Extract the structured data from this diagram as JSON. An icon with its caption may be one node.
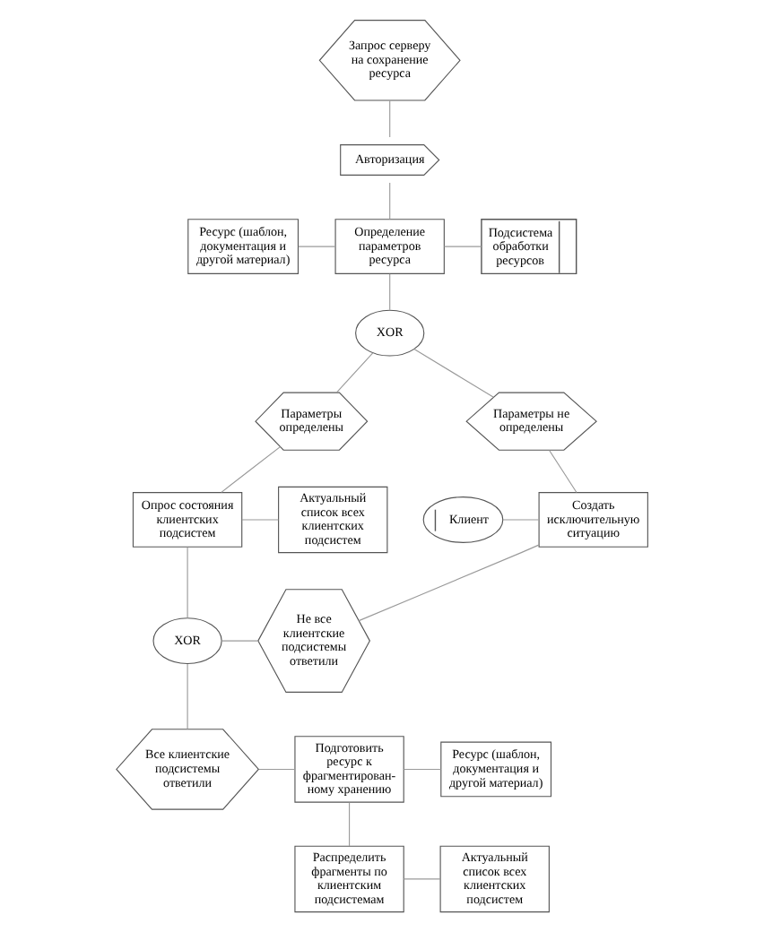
{
  "diagram": {
    "nodes": [
      {
        "text": [
          "Запрос серверу на сохранение ресурса"
        ]
      },
      {
        "text": [
          "Авторизация"
        ]
      },
      {
        "text": [
          "Ресурс (шаблон, документация и другой материал)"
        ]
      },
      {
        "text": [
          "Определение параметров ресурса"
        ]
      },
      {
        "text": [
          "Подсистема обработки ресурсов"
        ]
      },
      {
        "text": [
          "XOR"
        ]
      },
      {
        "text": [
          "Параметры определены"
        ]
      },
      {
        "text": [
          "Параметры не определены"
        ]
      },
      {
        "text": [
          "Опрос состояния клиентских подсистем"
        ]
      },
      {
        "text": [
          "Актуальный список всех клиентских подсистем"
        ]
      },
      {
        "text": [
          "Клиент"
        ]
      },
      {
        "text": [
          "Создать исключительную ситуацию"
        ]
      },
      {
        "text": [
          "XOR"
        ]
      },
      {
        "text": [
          "Не все клиентские подсистемы ответили"
        ]
      },
      {
        "text": [
          "Все клиентские подсистемы ответили"
        ]
      },
      {
        "text": [
          "Подготовить ресурс к фрагментирован-ному хранению"
        ]
      },
      {
        "text": [
          "Ресурс (шаблон, документация и другой материал)"
        ]
      },
      {
        "text": [
          "Распределить фрагменты по клиентским подсистемам"
        ]
      },
      {
        "text": [
          "Актуальный список всех клиентских подсистем"
        ]
      }
    ],
    "edges": [
      {
        "from": 0,
        "to": 1,
        "arrow": "none"
      },
      {
        "from": 1,
        "to": 3,
        "arrow": "none"
      },
      {
        "from": 2,
        "to": 3,
        "arrow": "none"
      },
      {
        "from": 3,
        "to": 4,
        "arrow": "none"
      },
      {
        "from": 3,
        "to": 5,
        "arrow": "none"
      },
      {
        "from": 5,
        "to": 6,
        "arrow": "none"
      },
      {
        "from": 5,
        "to": 7,
        "arrow": "none"
      },
      {
        "from": 6,
        "to": 8,
        "arrow": "none"
      },
      {
        "from": 8,
        "to": 9,
        "arrow": "none"
      },
      {
        "from": 7,
        "to": 11,
        "arrow": "none"
      },
      {
        "from": 10,
        "to": 11,
        "arrow": "none"
      },
      {
        "from": 8,
        "to": 12,
        "arrow": "none"
      },
      {
        "from": 12,
        "to": 13,
        "arrow": "none"
      },
      {
        "from": 13,
        "to": 11,
        "arrow": "none"
      },
      {
        "from": 12,
        "to": 14,
        "arrow": "none"
      },
      {
        "from": 14,
        "to": 15,
        "arrow": "none"
      },
      {
        "from": 15,
        "to": 16,
        "arrow": "none"
      },
      {
        "from": 15,
        "to": 17,
        "arrow": "none"
      },
      {
        "from": 17,
        "to": 18,
        "arrow": "none"
      }
    ]
  }
}
